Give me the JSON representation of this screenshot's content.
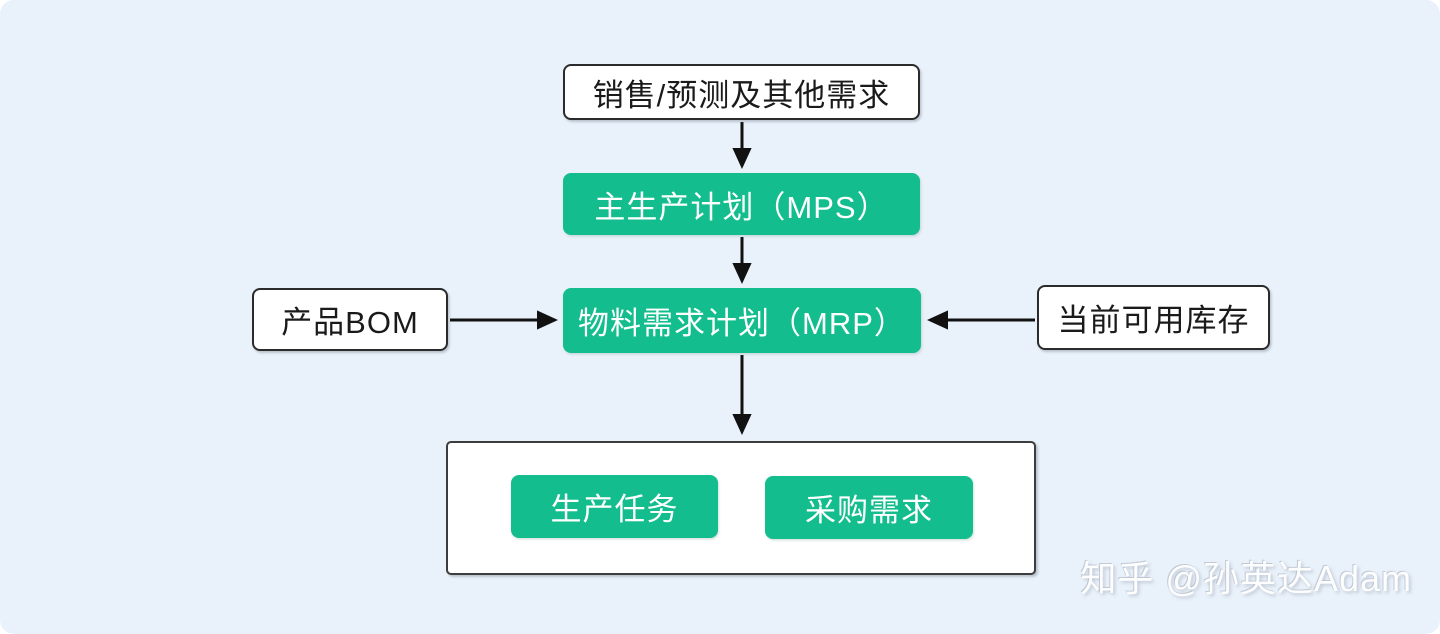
{
  "colors": {
    "page_background": "#ffffff",
    "canvas_background": "#e9f1fa",
    "accent_green": "#13bd8d",
    "node_border": "#2b2b2b",
    "arrow_black": "#111111"
  },
  "diagram": {
    "type": "flowchart",
    "nodes": {
      "sales": {
        "label": "销售/预测及其他需求",
        "style": "white-outline"
      },
      "mps": {
        "label": "主生产计划（MPS）",
        "style": "green-fill"
      },
      "mrp": {
        "label": "物料需求计划（MRP）",
        "style": "green-fill"
      },
      "bom": {
        "label": "产品BOM",
        "style": "white-outline"
      },
      "inventory": {
        "label": "当前可用库存",
        "style": "white-outline"
      },
      "production": {
        "label": "生产任务",
        "style": "green-fill"
      },
      "purchase": {
        "label": "采购需求",
        "style": "green-fill"
      }
    },
    "edges": [
      {
        "from": "sales",
        "to": "mps",
        "direction": "down"
      },
      {
        "from": "mps",
        "to": "mrp",
        "direction": "down"
      },
      {
        "from": "bom",
        "to": "mrp",
        "direction": "right"
      },
      {
        "from": "inventory",
        "to": "mrp",
        "direction": "left"
      },
      {
        "from": "mrp",
        "to": "results-container",
        "direction": "down"
      }
    ]
  },
  "watermark": {
    "text": "知乎 @孙英达Adam"
  }
}
